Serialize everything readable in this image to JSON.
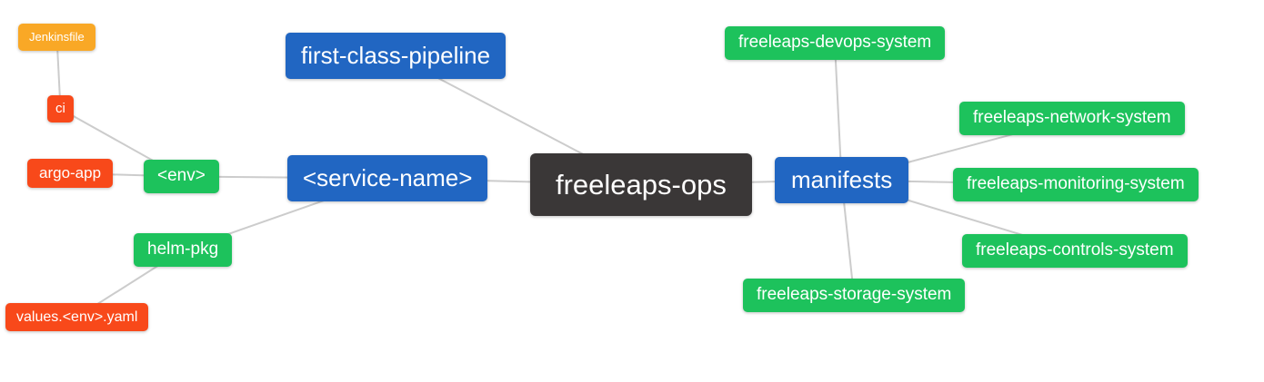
{
  "diagram": {
    "type": "mindmap",
    "root": "freeleaps-ops",
    "colors": {
      "root_node": "#3A3737",
      "branch_blue": "#2166C2",
      "leaf_green": "#1DC25C",
      "leaf_red": "#F8491A",
      "leaf_orange": "#F9A826",
      "edge": "#CCCCCC",
      "node_text": "#FFFFFF",
      "background": "#FFFFFF"
    },
    "nodes": [
      {
        "id": "jenkinsfile",
        "label": "Jenkinsfile",
        "color_role": "leaf_orange"
      },
      {
        "id": "ci",
        "label": "ci",
        "color_role": "leaf_red"
      },
      {
        "id": "argo-app",
        "label": "argo-app",
        "color_role": "leaf_red"
      },
      {
        "id": "env",
        "label": "<env>",
        "color_role": "leaf_green"
      },
      {
        "id": "first-class-pipeline",
        "label": "first-class-pipeline",
        "color_role": "branch_blue"
      },
      {
        "id": "service-name",
        "label": "<service-name>",
        "color_role": "branch_blue"
      },
      {
        "id": "freeleaps-ops",
        "label": "freeleaps-ops",
        "color_role": "root_node"
      },
      {
        "id": "manifests",
        "label": "manifests",
        "color_role": "branch_blue"
      },
      {
        "id": "helm-pkg",
        "label": "helm-pkg",
        "color_role": "leaf_green"
      },
      {
        "id": "values-env-yaml",
        "label": "values.<env>.yaml",
        "color_role": "leaf_red"
      },
      {
        "id": "devops",
        "label": "freeleaps-devops-system",
        "color_role": "leaf_green"
      },
      {
        "id": "network",
        "label": "freeleaps-network-system",
        "color_role": "leaf_green"
      },
      {
        "id": "monitoring",
        "label": "freeleaps-monitoring-system",
        "color_role": "leaf_green"
      },
      {
        "id": "controls",
        "label": "freeleaps-controls-system",
        "color_role": "leaf_green"
      },
      {
        "id": "storage",
        "label": "freeleaps-storage-system",
        "color_role": "leaf_green"
      }
    ],
    "edges": [
      {
        "from": "jenkinsfile",
        "to": "ci"
      },
      {
        "from": "ci",
        "to": "env"
      },
      {
        "from": "argo-app",
        "to": "env"
      },
      {
        "from": "env",
        "to": "service-name"
      },
      {
        "from": "helm-pkg",
        "to": "service-name"
      },
      {
        "from": "values-env-yaml",
        "to": "helm-pkg"
      },
      {
        "from": "first-class-pipeline",
        "to": "freeleaps-ops"
      },
      {
        "from": "service-name",
        "to": "freeleaps-ops"
      },
      {
        "from": "freeleaps-ops",
        "to": "manifests"
      },
      {
        "from": "manifests",
        "to": "devops"
      },
      {
        "from": "manifests",
        "to": "network"
      },
      {
        "from": "manifests",
        "to": "monitoring"
      },
      {
        "from": "manifests",
        "to": "controls"
      },
      {
        "from": "manifests",
        "to": "storage"
      }
    ]
  }
}
